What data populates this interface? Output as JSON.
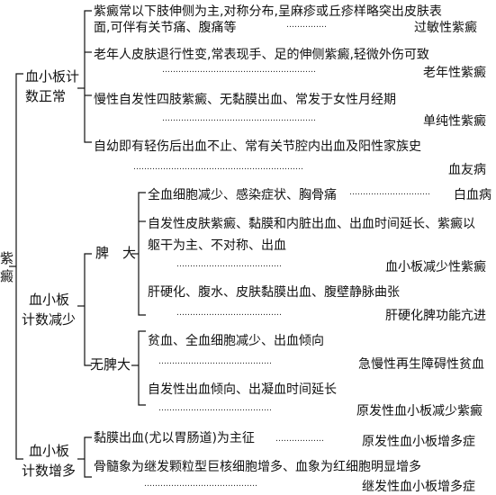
{
  "root": {
    "label_line1": "紫",
    "label_line2": "癜"
  },
  "groups": {
    "normal": {
      "label_line1": "血小板计",
      "label_line2": "数正常"
    },
    "reduced": {
      "label_line1": "血小板",
      "label_line2": "计数减少"
    },
    "increased": {
      "label_line1": "血小板",
      "label_line2": "计数增多"
    }
  },
  "subgroups": {
    "spleen": "脾　大",
    "no_spleen": "无脾大"
  },
  "dot_leader": "……………",
  "items": {
    "allergic": {
      "line1": "紫癜常以下肢伸侧为主,对称分布,呈麻疹或丘疹样略突出皮肤表",
      "line2": "面,可伴有关节痛、腹痛等",
      "dots": "………………………………………",
      "dx": "过敏性紫癜"
    },
    "senile": {
      "line1": "老年人皮肤退行性变,常表现手、足的伸侧紫癜,轻微外伤可致",
      "dots": "…………………………………………………",
      "dx": "老年性紫癜"
    },
    "simple": {
      "line1": "慢性自发性四肢紫癜、无黏膜出血、常发于女性月经期",
      "dots": "…………………………………………………",
      "dx": "单纯性紫癜"
    },
    "hemophilia": {
      "line1": "自幼即有轻伤后出血不止、常有关节腔内出血及阳性家族史",
      "dots": "………………………………………………………",
      "dx": "血友病"
    },
    "leukemia": {
      "line1": "全血细胞减少、感染症状、胸骨痛",
      "dots": "…………………………",
      "dx": "白血病"
    },
    "thrombocytopenic": {
      "line1": "自发性皮肤紫癜、黏膜和内脏出血、出血时间延长、紫癜以",
      "line2": "躯干为主、不对称、出血",
      "dots": "…………………………………",
      "dx": "血小板减少性紫癜"
    },
    "cirrhosis": {
      "line1": "肝硬化、腹水、皮肤黏膜出血、腹壁静脉曲张",
      "dots": "…………………………………",
      "dx": "肝硬化脾功能亢进"
    },
    "aplastic": {
      "line1": "贫血、全血细胞减少、出血倾向",
      "dots": "……………………………………",
      "dx": "急慢性再生障碍性贫血"
    },
    "itp": {
      "line1": "自发性出血倾向、出凝血时间延长",
      "dots": "……………………………………",
      "dx": "原发性血小板减少紫癜"
    },
    "thrombocythemia": {
      "line1": "黏膜出血(尤以胃肠道)为主征",
      "dots": "………………",
      "dx": "原发性血小板增多症"
    },
    "secondary": {
      "line1": "骨髓象为继发颗粒型巨核细胞增多、血象为红细胞明显增多",
      "dots": "……………………………………",
      "dx": "继发性血小板增多症"
    }
  }
}
